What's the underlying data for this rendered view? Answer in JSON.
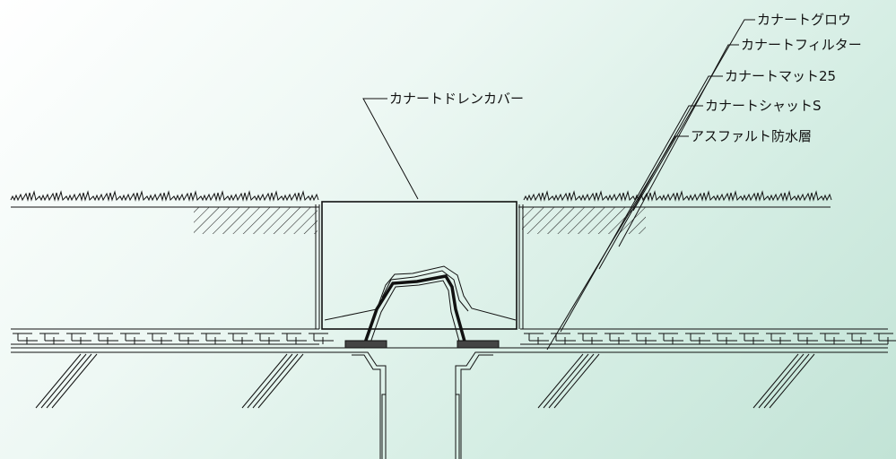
{
  "diagram": {
    "labels": {
      "drain_cover": "カナートドレンカバー",
      "grow": "カナートグロウ",
      "filter": "カナートフィルター",
      "mat": "カナートマット25",
      "shut": "カナートシャットS",
      "waterproof": "アスファルト防水層"
    }
  }
}
